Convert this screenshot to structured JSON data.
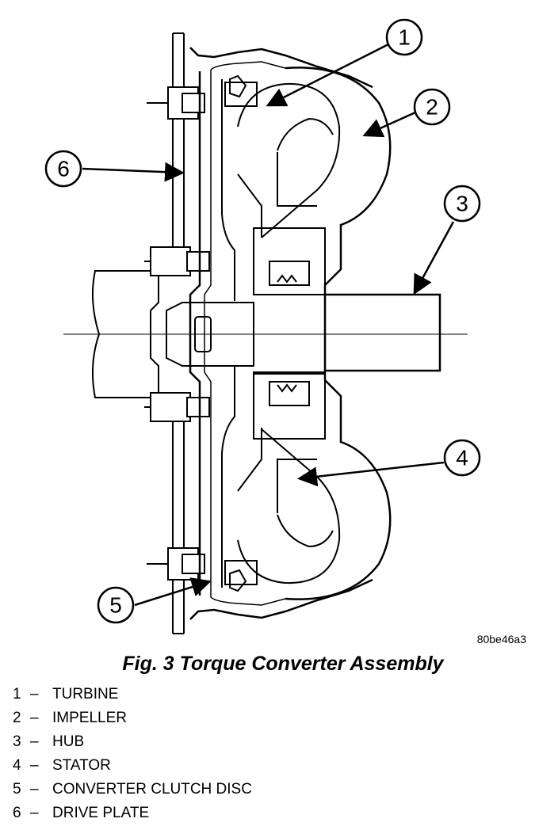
{
  "figure": {
    "code": "80be46a3",
    "callouts": [
      {
        "num": "1"
      },
      {
        "num": "2"
      },
      {
        "num": "3"
      },
      {
        "num": "4"
      },
      {
        "num": "5"
      },
      {
        "num": "6"
      }
    ]
  },
  "caption": "Fig. 3 Torque Converter Assembly",
  "legend": [
    {
      "num": "1",
      "sep": "–",
      "label": "TURBINE"
    },
    {
      "num": "2",
      "sep": "–",
      "label": "IMPELLER"
    },
    {
      "num": "3",
      "sep": "–",
      "label": "HUB"
    },
    {
      "num": "4",
      "sep": "–",
      "label": "STATOR"
    },
    {
      "num": "5",
      "sep": "–",
      "label": "CONVERTER CLUTCH DISC"
    },
    {
      "num": "6",
      "sep": "–",
      "label": "DRIVE PLATE"
    }
  ]
}
